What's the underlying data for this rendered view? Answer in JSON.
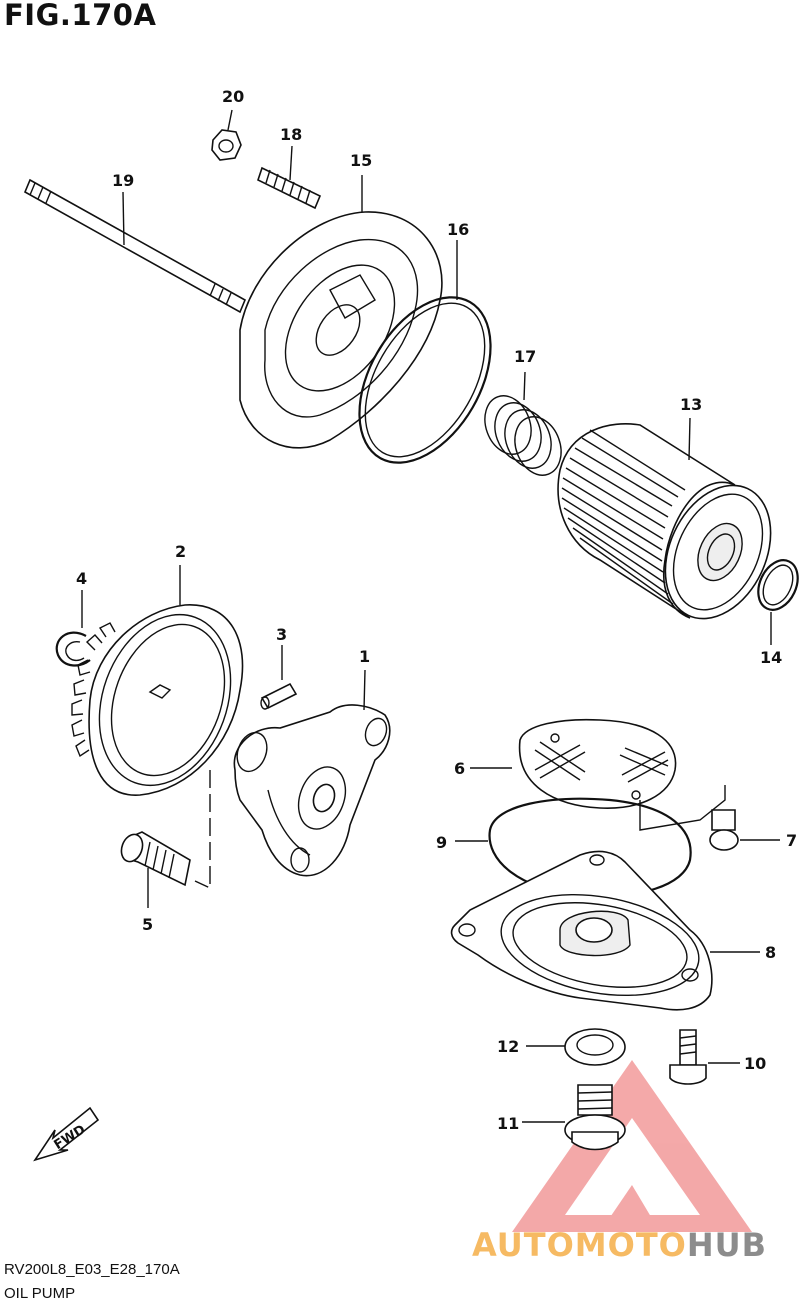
{
  "title": "FIG.170A",
  "footer": {
    "code": "RV200L8_E03_E28_170A",
    "name": "OIL PUMP"
  },
  "watermark": {
    "brand_a": "AUTOMOTO",
    "brand_b": "HUB",
    "colors": {
      "triangle": "#f08c8c",
      "text_a": "#f6ba63",
      "text_b": "#8c8c8c"
    }
  },
  "fwd_label": "FWD",
  "callouts": [
    "1",
    "2",
    "3",
    "4",
    "5",
    "6",
    "7",
    "8",
    "9",
    "10",
    "11",
    "12",
    "13",
    "14",
    "15",
    "16",
    "17",
    "18",
    "19",
    "20"
  ]
}
